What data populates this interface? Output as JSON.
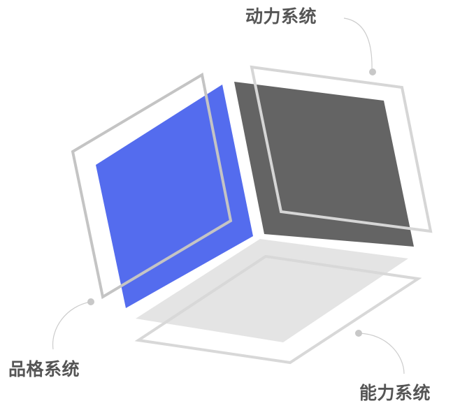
{
  "diagram": {
    "labels": {
      "power_system": "动力系统",
      "brand_system": "品格系统",
      "capability_system": "能力系统"
    },
    "colors": {
      "left_face": "#546cee",
      "right_face": "#646464",
      "bottom_face": "#e4e4e4",
      "left_frame": "#c4c4c4",
      "right_frame": "#d6d6d6",
      "bottom_frame": "#d8d8d8",
      "connector": "#cccccc",
      "label_text": "#555555"
    }
  }
}
